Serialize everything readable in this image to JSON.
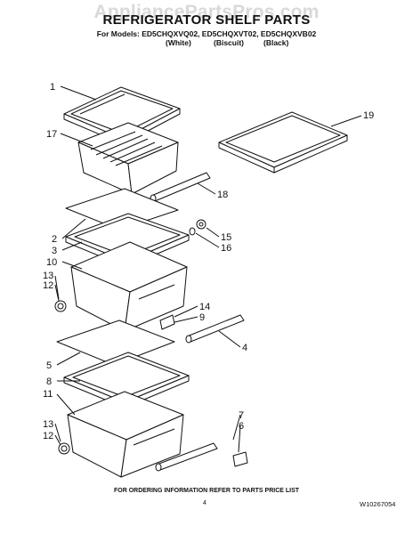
{
  "watermark": "AppliancePartsPros.com",
  "title": "REFRIGERATOR SHELF PARTS",
  "models": "For Models: ED5CHQXVQ02, ED5CHQXVT02, ED5CHQXVB02",
  "colors": [
    "(White)",
    "(Biscuit)",
    "(Black)"
  ],
  "callouts": [
    "1",
    "17",
    "19",
    "18",
    "2",
    "3",
    "15",
    "16",
    "10",
    "13",
    "12",
    "14",
    "9",
    "4",
    "5",
    "8",
    "11",
    "7",
    "6",
    "13",
    "12"
  ],
  "footer": "FOR ORDERING INFORMATION REFER TO PARTS PRICE LIST",
  "page_number": "4",
  "document_number": "W10267054"
}
